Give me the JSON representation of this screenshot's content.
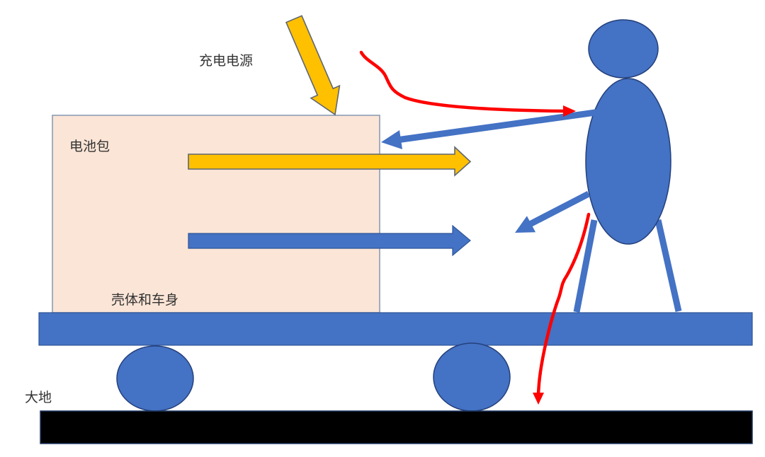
{
  "diagram": {
    "title": "ev-charging-emc-diagram",
    "labels": {
      "charging_source": "充电电源",
      "battery_pack": "电池包",
      "shell_and_body": "壳体和车身",
      "ground": "大地"
    },
    "icons": {
      "charging_power_arrow": "gold-diagonal-arrow-down",
      "conducted_energy_arrow_gold": "gold-horizontal-arrow-right",
      "conducted_energy_arrow_blue": "blue-horizontal-arrow-right",
      "person_to_battery_arrow": "blue-diagonal-arrow-left",
      "person_arm_arrow": "blue-diagonal-arrow-down-left",
      "interference_path_top": "red-curved-arrow-right",
      "interference_path_ground": "red-wavy-arrow-down",
      "person": "blue-stick-figure",
      "wheels": "blue-ellipse-wheels"
    },
    "colors": {
      "blue": "#4472C4",
      "blue_dark": "#2F5597",
      "gold": "#FFC000",
      "battery_fill": "#FBE5D6",
      "battery_border": "#8496B0",
      "red": "#FF0000",
      "ground_black": "#000000",
      "text": "#333333"
    }
  }
}
